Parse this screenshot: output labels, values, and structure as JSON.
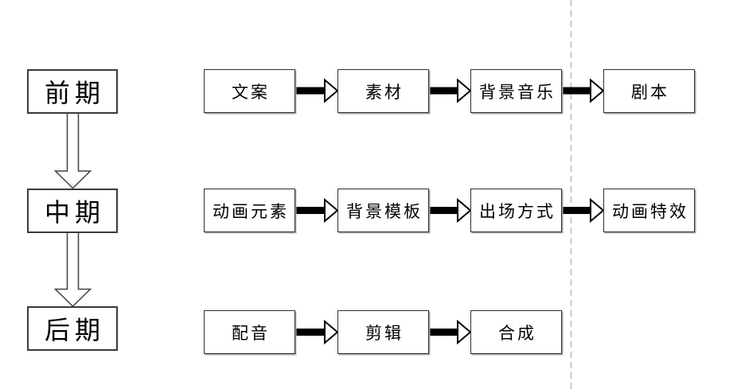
{
  "diagram": {
    "title": "video production workflow flowchart",
    "stages": [
      {
        "label": "前期"
      },
      {
        "label": "中期"
      },
      {
        "label": "后期"
      }
    ],
    "rows": [
      {
        "stage": "前期",
        "steps": [
          "文案",
          "素材",
          "背景音乐",
          "剧本"
        ]
      },
      {
        "stage": "中期",
        "steps": [
          "动画元素",
          "背景模板",
          "出场方式",
          "动画特效"
        ]
      },
      {
        "stage": "后期",
        "steps": [
          "配音",
          "剪辑",
          "合成"
        ]
      }
    ],
    "connectors": {
      "horizontal_arrow_style": "solid black stem with hollow white triangle head pointing right",
      "vertical_arrow_style": "hollow outlined block arrow pointing down",
      "divider_style": "light gray dashed vertical line"
    },
    "colors": {
      "background": "#ffffff",
      "box_border": "#2f2f2f",
      "stage_border": "#3a3a3a",
      "text": "#000000",
      "arrow_fill": "#000000",
      "arrow_outline": "#404040",
      "dashed_line": "#c8c8c8",
      "box_shadow": "#a9a9a9"
    }
  }
}
